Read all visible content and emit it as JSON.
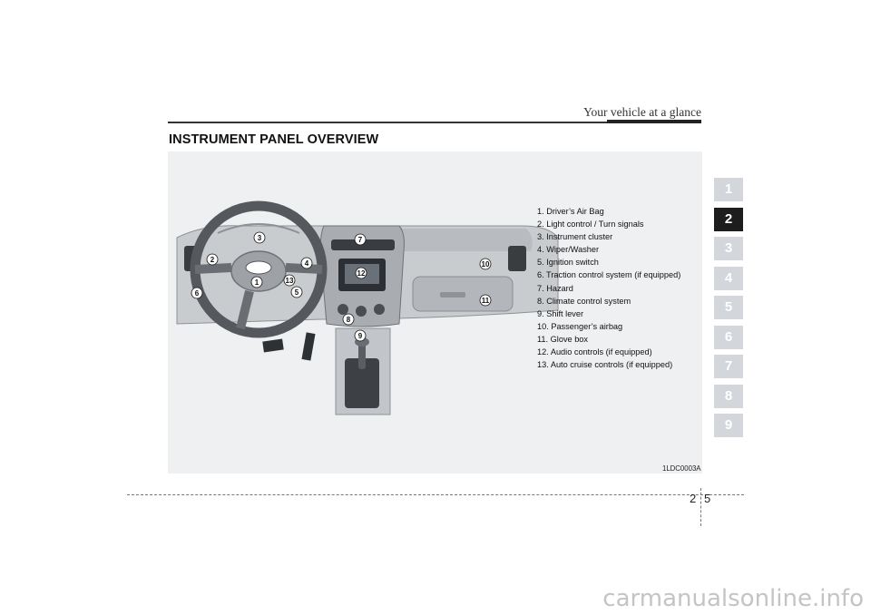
{
  "header": {
    "title": "Your vehicle at a glance"
  },
  "section_title": "INSTRUMENT PANEL OVERVIEW",
  "figure": {
    "code": "1LDC0003A",
    "callouts": [
      "1",
      "2",
      "3",
      "4",
      "5",
      "6",
      "7",
      "8",
      "9",
      "10",
      "11",
      "12",
      "13"
    ]
  },
  "legend": [
    "1. Driver’s Air Bag",
    "2. Light control / Turn signals",
    "3. Instrument cluster",
    "4. Wiper/Washer",
    "5. Ignition switch",
    "6. Traction control system (if equipped)",
    "7. Hazard",
    "8. Climate control system",
    "9. Shift lever",
    "10. Passenger’s airbag",
    "11. Glove box",
    "12. Audio controls (if equipped)",
    "13. Auto cruise controls (if equipped)"
  ],
  "chapter_tabs": [
    "1",
    "2",
    "3",
    "4",
    "5",
    "6",
    "7",
    "8",
    "9"
  ],
  "active_tab": "2",
  "footer": {
    "chapter": "2",
    "page": "5"
  },
  "watermark": "carmanualsonline.info"
}
